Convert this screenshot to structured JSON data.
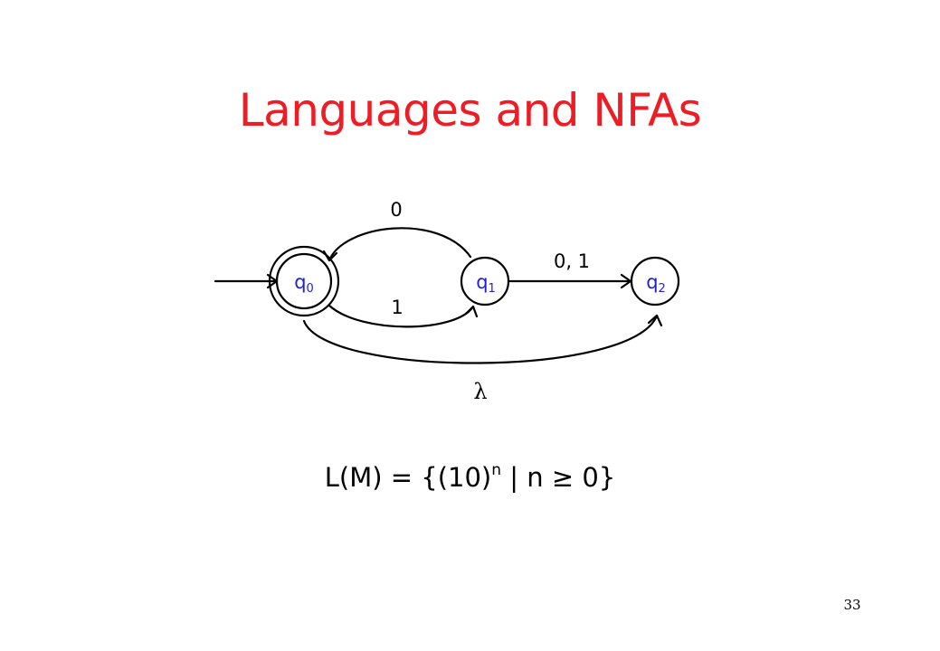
{
  "slide": {
    "title": "Languages and NFAs",
    "page_number": "33",
    "colors": {
      "title": "#ee1c24",
      "state_label": "#1f1fd6",
      "edge": "#000000",
      "text": "#000000"
    }
  },
  "diagram": {
    "states": [
      {
        "id": "q0",
        "base": "q",
        "sub": "0",
        "start": true,
        "accepting": true
      },
      {
        "id": "q1",
        "base": "q",
        "sub": "1",
        "start": false,
        "accepting": false
      },
      {
        "id": "q2",
        "base": "q",
        "sub": "2",
        "start": false,
        "accepting": false
      }
    ],
    "transitions": [
      {
        "from": "q1",
        "to": "q0",
        "label": "0"
      },
      {
        "from": "q0",
        "to": "q1",
        "label": "1"
      },
      {
        "from": "q1",
        "to": "q2",
        "label": "0, 1"
      },
      {
        "from": "q0",
        "to": "q2",
        "label": "λ"
      }
    ]
  },
  "formula": {
    "prefix": "L(M) = {(10)",
    "exponent": "n",
    "suffix": " | n ≥ 0}"
  }
}
